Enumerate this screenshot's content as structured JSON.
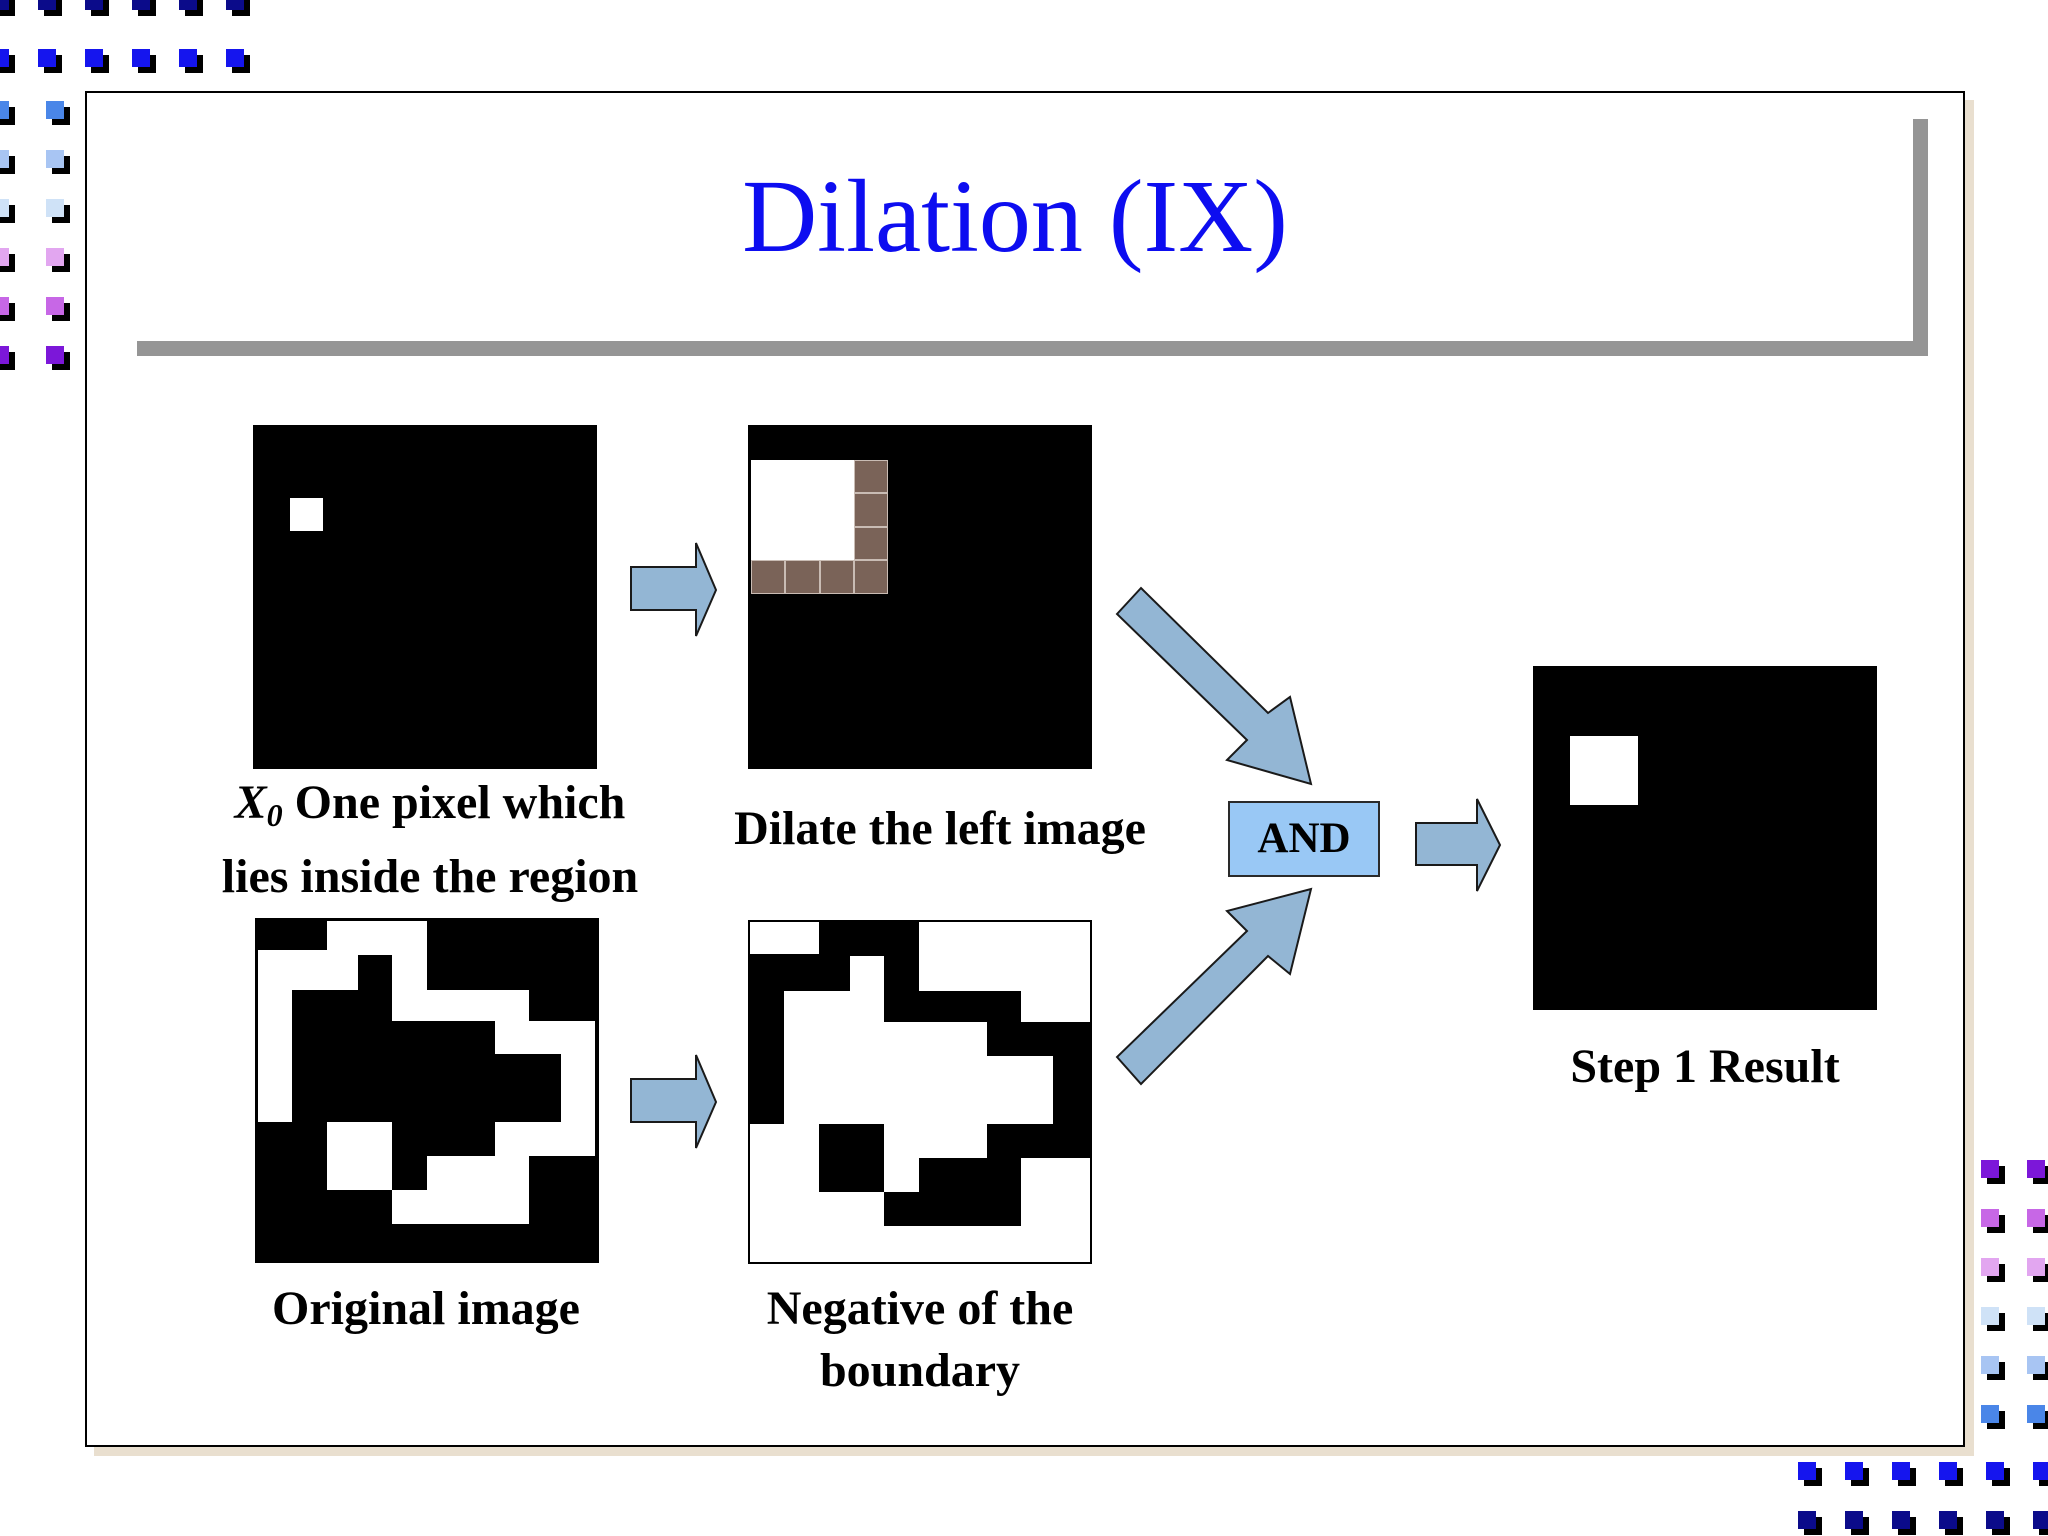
{
  "slide": {
    "title": "Dilation (IX)"
  },
  "panels": {
    "x0": {
      "caption_symbol": "X",
      "caption_subscript": "0",
      "caption_line1_rest": " One pixel which",
      "caption_line2": "lies inside the region"
    },
    "dilated": {
      "caption": "Dilate the left image"
    },
    "original": {
      "caption": "Original image"
    },
    "negative": {
      "caption_line1": "Negative of the",
      "caption_line2": "boundary"
    },
    "result": {
      "caption": "Step 1 Result"
    }
  },
  "operator": {
    "label": "AND"
  },
  "colors": {
    "title": "#0d0df0",
    "arrow_fill": "#93b6d4",
    "and_box_fill": "#99c8f5",
    "dilation_added_pixel": "#7a6358",
    "title_rule": "#959595"
  }
}
